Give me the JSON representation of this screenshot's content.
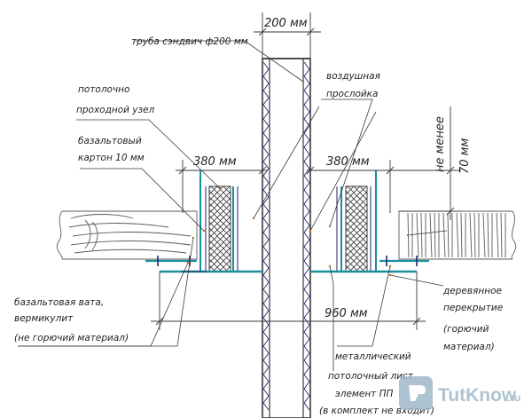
{
  "labels": {
    "top_width": "200 мм",
    "pipe": "труба сэндвич ф200 мм",
    "ceiling_node_1": "потолочно",
    "ceiling_node_2": "проходной узел",
    "basalt_board_1": "базальтовый",
    "basalt_board_2": "картон 10 мм",
    "air_gap_1": "воздушная",
    "air_gap_2": "прослойка",
    "dim_left": "380 мм",
    "dim_right": "380 мм",
    "not_less": "не менее",
    "dim_70": "70 мм",
    "wool_1": "базальтовая вата,",
    "wool_2": "вермикулит",
    "wool_3": "(не горючий материал)",
    "floor_1": "деревянное",
    "floor_2": "перекрытие",
    "floor_3": "(горючий",
    "floor_4": "материал)",
    "dim_bottom": "960 мм",
    "sheet_1": "металлический",
    "sheet_2": "потолочный лист",
    "sheet_3": "элемент ПП",
    "sheet_4": "(в комплект не входит)"
  },
  "watermark": {
    "brand": "TutKnow",
    "tld": ".ru"
  },
  "colors": {
    "line": "#3a3a3a",
    "teal": "#1a8f9c",
    "navy": "#23236e",
    "wood": "#5a5a5a",
    "watermark": "#9fb9c9"
  }
}
